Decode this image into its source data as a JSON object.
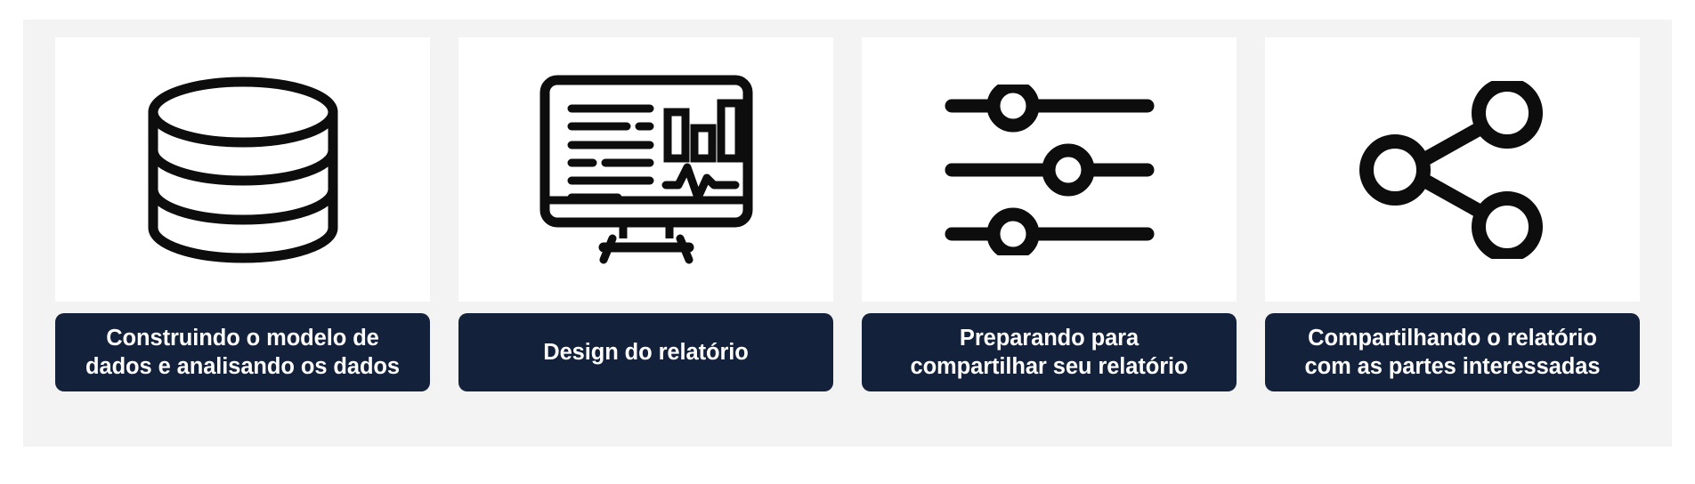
{
  "theme": {
    "page_background": "#ffffff",
    "board_background": "#f3f3f3",
    "card_background": "#ffffff",
    "label_background": "#13213a",
    "label_text_color": "#ffffff",
    "icon_color": "#0d0d0d"
  },
  "cards": [
    {
      "icon": "database-icon",
      "label": "Construindo o modelo de\ndados e analisando os dados"
    },
    {
      "icon": "dashboard-monitor-icon",
      "label": "Design do relatório"
    },
    {
      "icon": "sliders-settings-icon",
      "label": "Preparando para\ncompartilhar seu relatório"
    },
    {
      "icon": "share-network-icon",
      "label": "Compartilhando o relatório\ncom as partes interessadas"
    }
  ]
}
